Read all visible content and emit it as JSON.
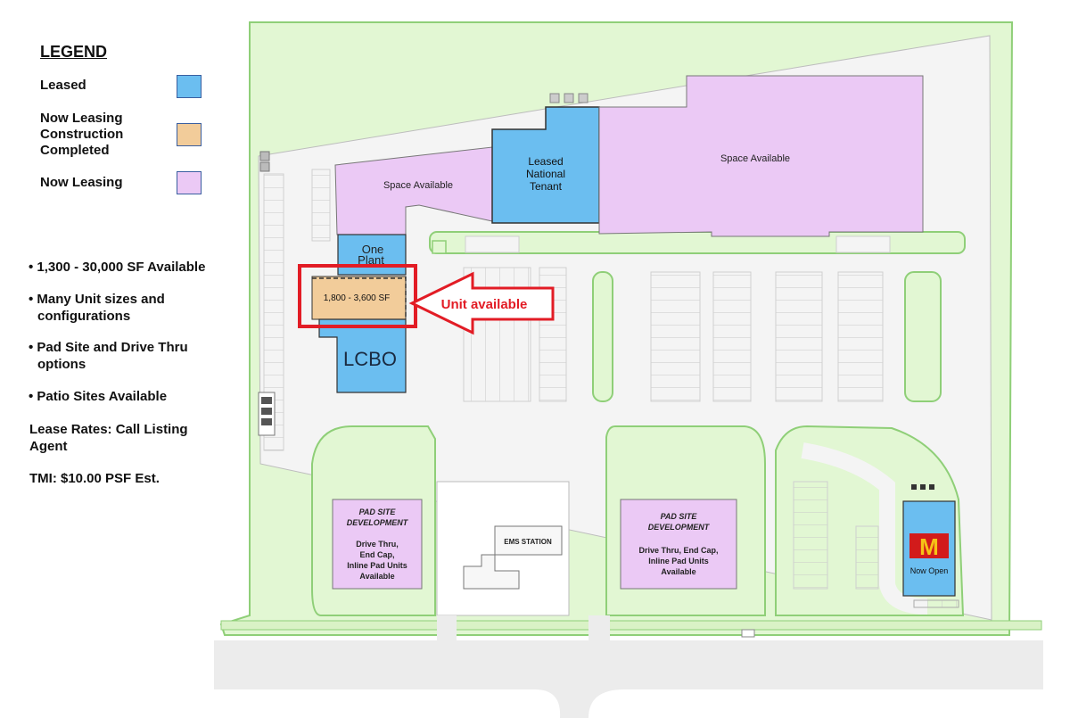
{
  "legend": {
    "title": "LEGEND",
    "items": [
      {
        "label_lines": [
          "Leased"
        ],
        "color": "#6bbef0"
      },
      {
        "label_lines": [
          "Now Leasing",
          "Construction",
          "Completed"
        ],
        "color": "#f2cc9a"
      },
      {
        "label_lines": [
          "Now Leasing"
        ],
        "color": "#ebc9f5"
      }
    ]
  },
  "bullets": [
    {
      "lines": [
        "• 1,300 - 30,000 SF Available"
      ]
    },
    {
      "lines": [
        "• Many Unit sizes and",
        "configurations"
      ]
    },
    {
      "lines": [
        "• Pad Site and Drive Thru",
        "options"
      ]
    },
    {
      "lines": [
        "• Patio Sites Available"
      ]
    }
  ],
  "info": [
    {
      "lines": [
        "Lease Rates: Call Listing",
        "Agent"
      ]
    },
    {
      "lines": [
        "TMI: $10.00 PSF Est."
      ]
    }
  ],
  "map": {
    "colors": {
      "leased": "#6bbef0",
      "construction": "#f2cc9a",
      "now_leasing": "#ebc9f5",
      "green": "#e2f7d3",
      "green_border": "#8fcf78",
      "road": "#ececec",
      "highlight": "#e21c25"
    },
    "space_available_left": "Space Available",
    "space_available_right": "Space Available",
    "leased_tenant_lines": [
      "Leased",
      "National",
      "Tenant"
    ],
    "one_plant_lines": [
      "One",
      "Plant"
    ],
    "unit_size": "1,800 - 3,600 SF",
    "unit_callout": "Unit available",
    "lcbo": "LCBO",
    "pad_site_left_title": [
      "PAD SITE",
      "DEVELOPMENT"
    ],
    "pad_site_left_desc": [
      "Drive Thru,",
      "End Cap,",
      "Inline Pad Units",
      "Available"
    ],
    "pad_site_right_title": [
      "PAD SITE",
      "DEVELOPMENT"
    ],
    "pad_site_right_desc": [
      "Drive Thru, End Cap,",
      "Inline Pad Units",
      "Available"
    ],
    "ems_station": "EMS STATION",
    "mcdonalds_status": "Now Open",
    "mcdonalds_logo": "M"
  }
}
